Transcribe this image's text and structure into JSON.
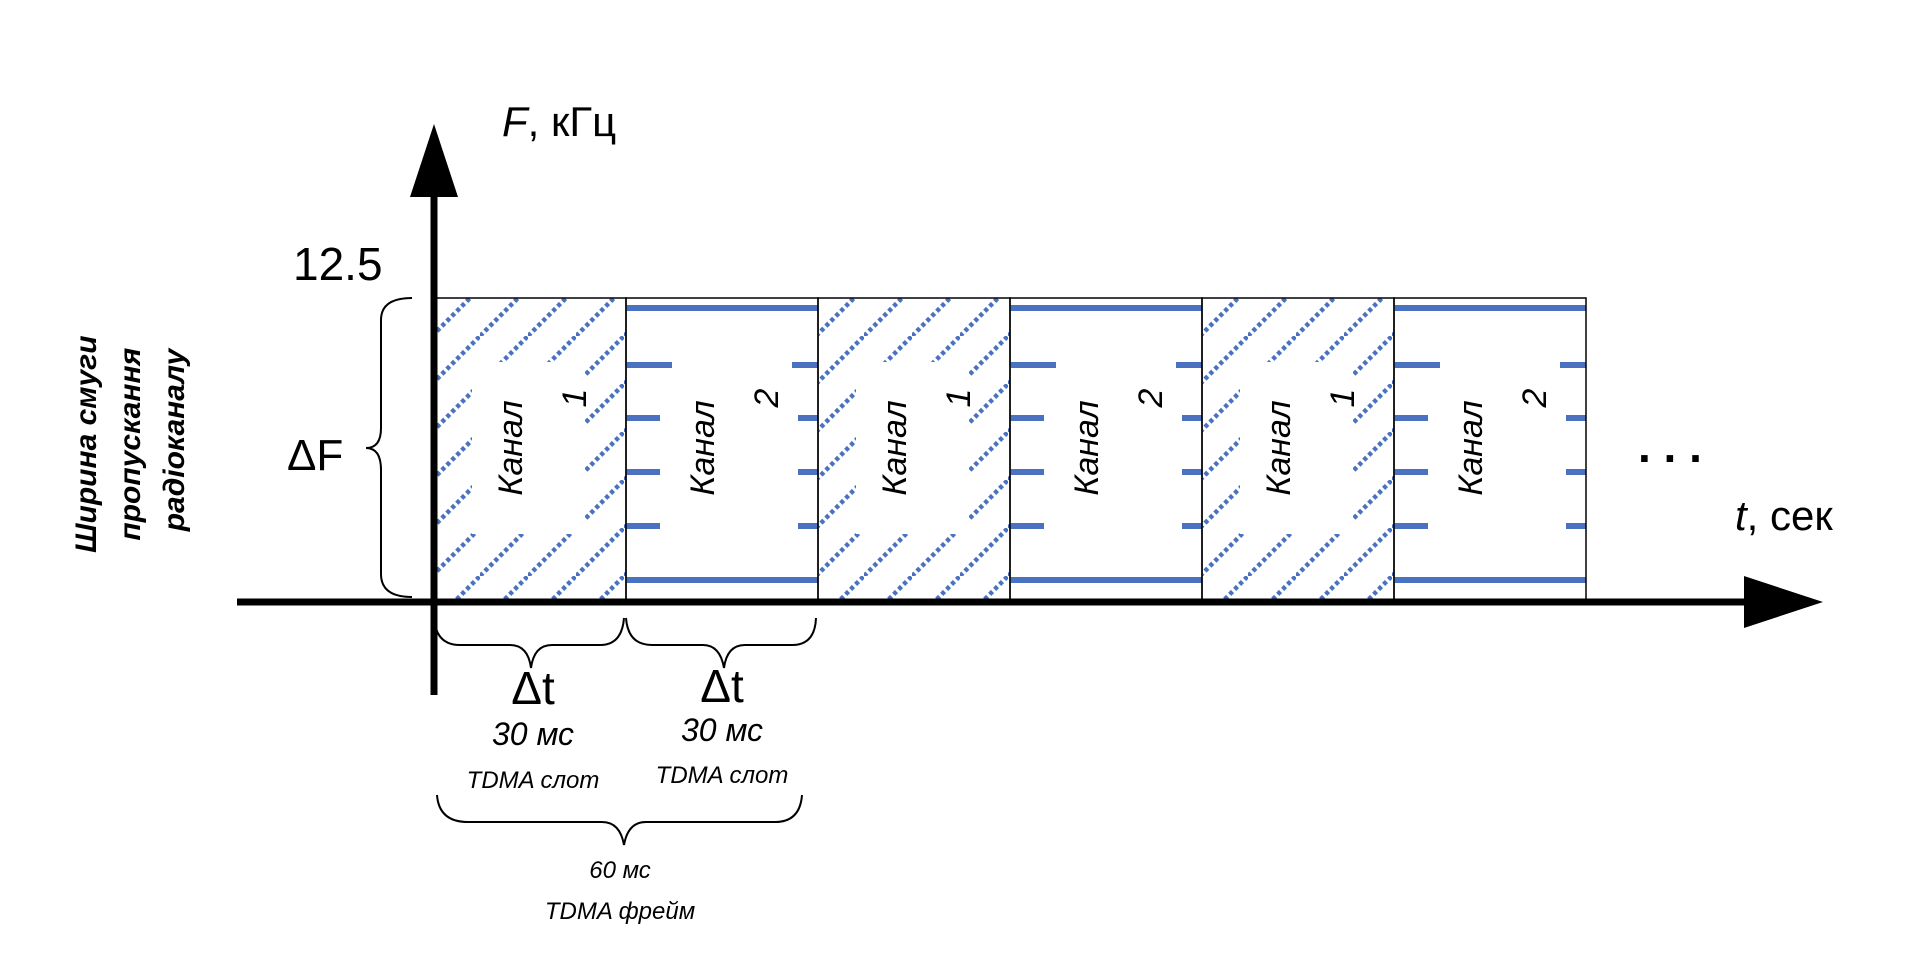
{
  "axes": {
    "y_var": "F",
    "y_unit": ", кГц",
    "y_value": "12.5",
    "x_var": "t",
    "x_unit": ", сек",
    "delta_f": "ΔF",
    "continuation": ". . ."
  },
  "side_label": {
    "line1": "Ширина смуги",
    "line2": "пропускання",
    "line3": "радіоканалу"
  },
  "slots": [
    {
      "word": "Канал",
      "num": "1",
      "pattern": "diagonal"
    },
    {
      "word": "Канал",
      "num": "2",
      "pattern": "stripes"
    },
    {
      "word": "Канал",
      "num": "1",
      "pattern": "diagonal"
    },
    {
      "word": "Канал",
      "num": "2",
      "pattern": "stripes"
    },
    {
      "word": "Канал",
      "num": "1",
      "pattern": "diagonal"
    },
    {
      "word": "Канал",
      "num": "2",
      "pattern": "stripes"
    }
  ],
  "slot_labels": [
    {
      "delta": "Δt",
      "duration": "30 мс",
      "name": "TDMA слот"
    },
    {
      "delta": "Δt",
      "duration": "30 мс",
      "name": "TDMA слот"
    }
  ],
  "frame_label": {
    "duration": "60 мс",
    "name": "TDMA фрейм"
  },
  "colors": {
    "pattern": "#4a72c0",
    "axis": "#000000",
    "border": "#000000"
  }
}
